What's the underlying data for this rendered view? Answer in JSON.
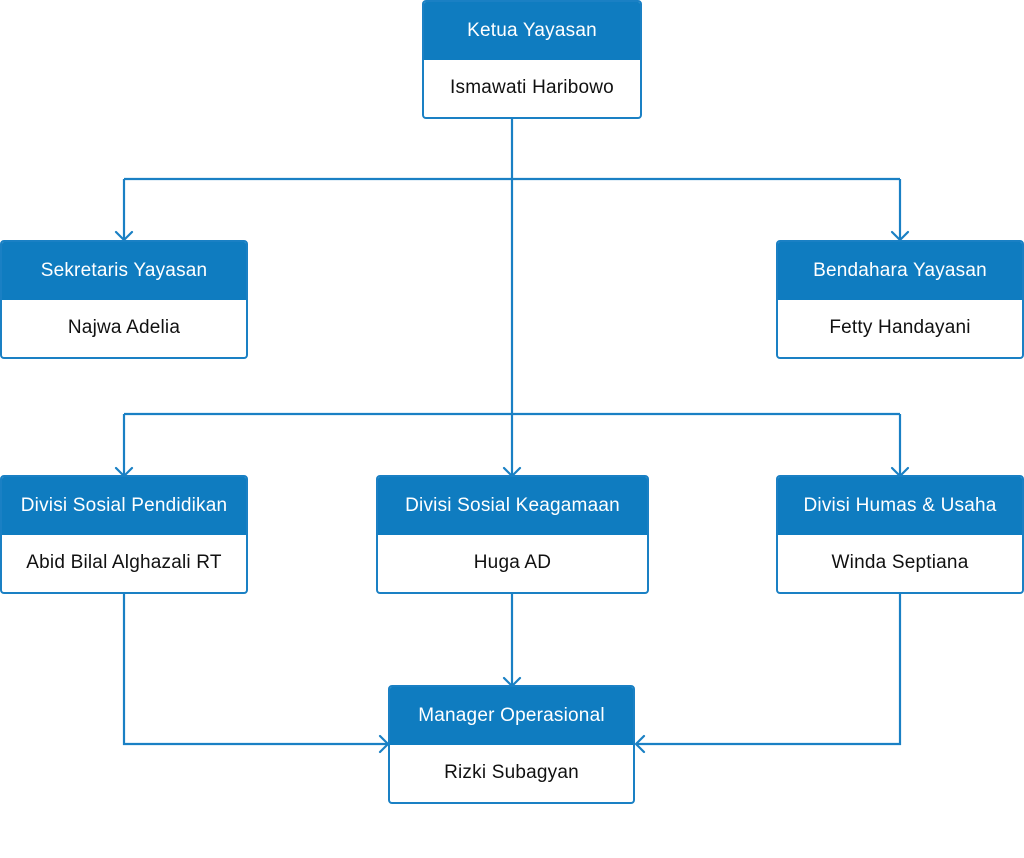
{
  "colors": {
    "accent": "#0f7cc0",
    "connector": "#1a80c4",
    "name_text": "#111111",
    "background": "#ffffff"
  },
  "nodes": {
    "ketua": {
      "title": "Ketua Yayasan",
      "name": "Ismawati Haribowo"
    },
    "sekretaris": {
      "title": "Sekretaris Yayasan",
      "name": "Najwa Adelia"
    },
    "bendahara": {
      "title": "Bendahara Yayasan",
      "name": "Fetty Handayani"
    },
    "pendidikan": {
      "title": "Divisi Sosial Pendidikan",
      "name": "Abid Bilal Alghazali RT"
    },
    "keagamaan": {
      "title": "Divisi Sosial Keagamaan",
      "name": "Huga AD"
    },
    "humas": {
      "title": "Divisi Humas & Usaha",
      "name": "Winda Septiana"
    },
    "manager": {
      "title": "Manager Operasional",
      "name": "Rizki Subagyan"
    }
  },
  "edges": [
    {
      "from": "Ketua Yayasan",
      "to": "Sekretaris Yayasan"
    },
    {
      "from": "Ketua Yayasan",
      "to": "Bendahara Yayasan"
    },
    {
      "from": "Ketua Yayasan",
      "to": "Divisi Sosial Pendidikan"
    },
    {
      "from": "Ketua Yayasan",
      "to": "Divisi Sosial Keagamaan"
    },
    {
      "from": "Ketua Yayasan",
      "to": "Divisi Humas & Usaha"
    },
    {
      "from": "Divisi Sosial Pendidikan",
      "to": "Manager Operasional"
    },
    {
      "from": "Divisi Sosial Keagamaan",
      "to": "Manager Operasional"
    },
    {
      "from": "Divisi Humas & Usaha",
      "to": "Manager Operasional"
    }
  ]
}
